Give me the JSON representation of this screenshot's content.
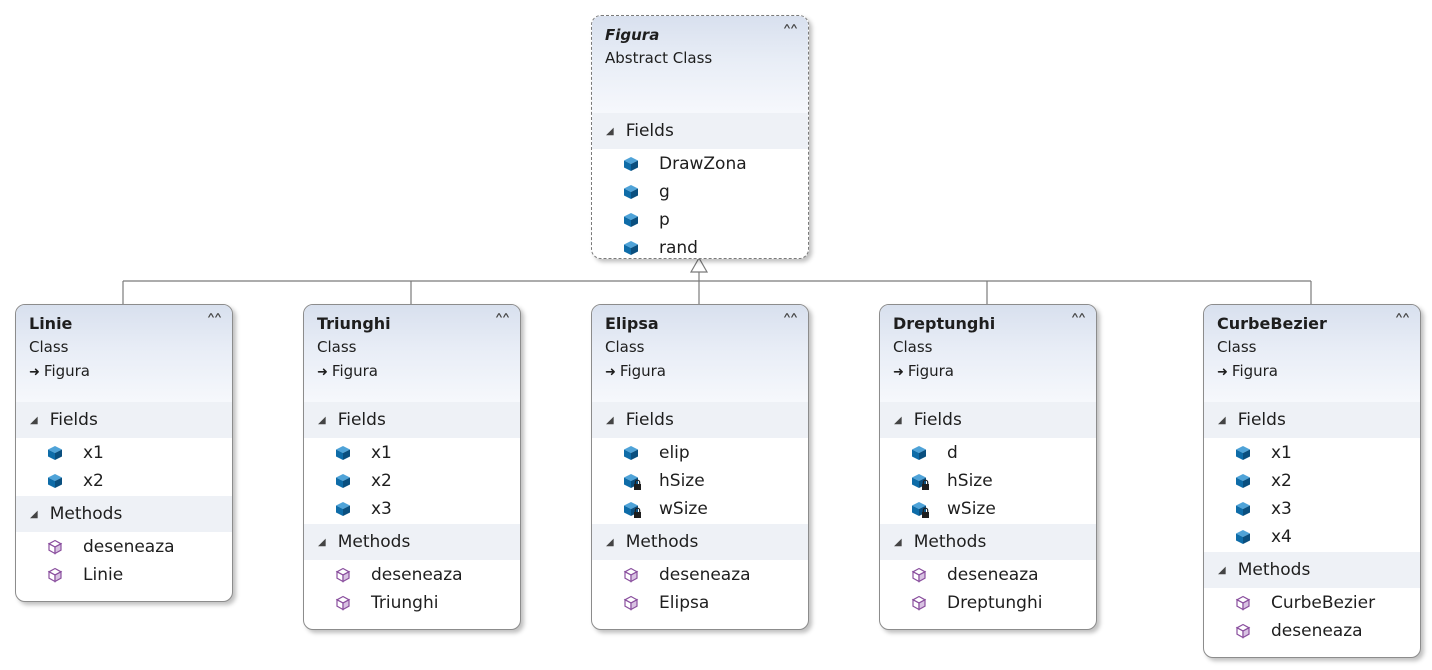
{
  "diagram": {
    "classes": [
      {
        "id": "figura",
        "name": "Figura",
        "kind": "Abstract Class",
        "base": "",
        "fields": [
          {
            "name": "DrawZona",
            "icon": "field-icon"
          },
          {
            "name": "g",
            "icon": "field-icon"
          },
          {
            "name": "p",
            "icon": "field-icon"
          },
          {
            "name": "rand",
            "icon": "field-icon"
          }
        ],
        "methods": []
      },
      {
        "id": "linie",
        "name": "Linie",
        "kind": "Class",
        "base": "Figura",
        "fields": [
          {
            "name": "x1",
            "icon": "field-icon"
          },
          {
            "name": "x2",
            "icon": "field-icon"
          }
        ],
        "methods": [
          {
            "name": "deseneaza",
            "icon": "method-icon"
          },
          {
            "name": "Linie",
            "icon": "method-icon"
          }
        ]
      },
      {
        "id": "triunghi",
        "name": "Triunghi",
        "kind": "Class",
        "base": "Figura",
        "fields": [
          {
            "name": "x1",
            "icon": "field-icon"
          },
          {
            "name": "x2",
            "icon": "field-icon"
          },
          {
            "name": "x3",
            "icon": "field-icon"
          }
        ],
        "methods": [
          {
            "name": "deseneaza",
            "icon": "method-icon"
          },
          {
            "name": "Triunghi",
            "icon": "method-icon"
          }
        ]
      },
      {
        "id": "elipsa",
        "name": "Elipsa",
        "kind": "Class",
        "base": "Figura",
        "fields": [
          {
            "name": "elip",
            "icon": "field-icon"
          },
          {
            "name": "hSize",
            "icon": "private-field-icon"
          },
          {
            "name": "wSize",
            "icon": "private-field-icon"
          }
        ],
        "methods": [
          {
            "name": "deseneaza",
            "icon": "method-icon"
          },
          {
            "name": "Elipsa",
            "icon": "method-icon"
          }
        ]
      },
      {
        "id": "dreptunghi",
        "name": "Dreptunghi",
        "kind": "Class",
        "base": "Figura",
        "fields": [
          {
            "name": "d",
            "icon": "field-icon"
          },
          {
            "name": "hSize",
            "icon": "private-field-icon"
          },
          {
            "name": "wSize",
            "icon": "private-field-icon"
          }
        ],
        "methods": [
          {
            "name": "deseneaza",
            "icon": "method-icon"
          },
          {
            "name": "Dreptunghi",
            "icon": "method-icon"
          }
        ]
      },
      {
        "id": "curbebezier",
        "name": "CurbeBezier",
        "kind": "Class",
        "base": "Figura",
        "fields": [
          {
            "name": "x1",
            "icon": "field-icon"
          },
          {
            "name": "x2",
            "icon": "field-icon"
          },
          {
            "name": "x3",
            "icon": "field-icon"
          },
          {
            "name": "x4",
            "icon": "field-icon"
          }
        ],
        "methods": [
          {
            "name": "CurbeBezier",
            "icon": "method-icon"
          },
          {
            "name": "deseneaza",
            "icon": "method-icon"
          }
        ]
      }
    ],
    "section_labels": {
      "fields": "Fields",
      "methods": "Methods"
    },
    "inheritance": {
      "parent": "figura",
      "children": [
        "linie",
        "triunghi",
        "elipsa",
        "dreptunghi",
        "curbebezier"
      ]
    },
    "colors": {
      "header_gradient_top": "#d8e0ee",
      "section_band": "#eef1f6",
      "field_icon": "#0e6ca8",
      "method_icon": "#8a4f9e",
      "connector": "#7a7a7a"
    }
  }
}
